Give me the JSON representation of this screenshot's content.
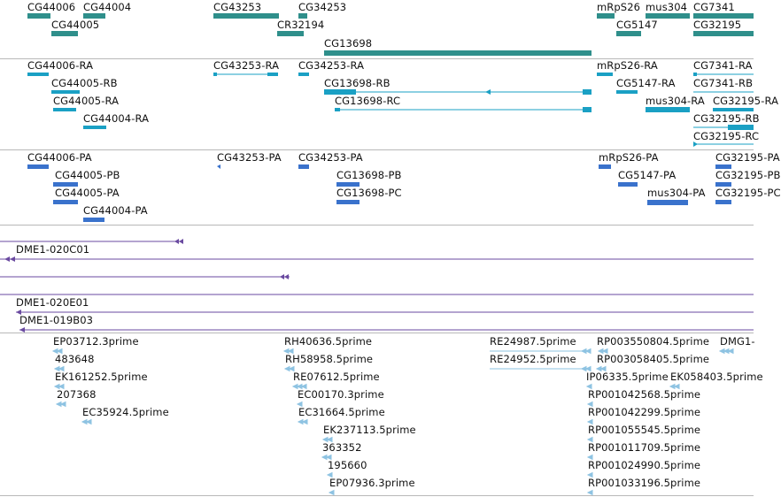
{
  "colors": {
    "gene": "#2f8f8b",
    "transcript": "#1aa0c4",
    "protein": "#3a72cc",
    "clone": "#6a4aa0",
    "est": "#8ec3e2",
    "divider": "#b8b8b8"
  },
  "gene_track": {
    "labels": [
      "CG44006",
      "CG44004",
      "CG44005",
      "CG43253",
      "CG34253",
      "CR32194",
      "CG13698",
      "mRpS26",
      "mus304",
      "CG7341",
      "CG5147",
      "CG32195"
    ]
  },
  "transcript_track": {
    "labels": [
      "CG44006-RA",
      "CG43253-RA",
      "CG34253-RA",
      "mRpS26-RA",
      "CG7341-RA",
      "CG44005-RB",
      "CG13698-RB",
      "CG5147-RA",
      "CG7341-RB",
      "CG44005-RA",
      "CG13698-RC",
      "mus304-RA",
      "CG32195-RA",
      "CG44004-RA",
      "CG32195-RB",
      "CG32195-RC"
    ]
  },
  "protein_track": {
    "labels": [
      "CG44006-PA",
      "CG43253-PA",
      "CG34253-PA",
      "mRpS26-PA",
      "CG32195-PA",
      "CG44005-PB",
      "CG13698-PB",
      "CG5147-PA",
      "CG32195-PB",
      "CG44005-PA",
      "CG13698-PC",
      "mus304-PA",
      "CG32195-PC",
      "CG44004-PA"
    ]
  },
  "clone_track": {
    "labels": [
      "DME1-020C01",
      "DME1-020E01",
      "DME1-019B03"
    ]
  },
  "est_track": {
    "labels": [
      "EP03712.3prime",
      "483648",
      "EK161252.5prime",
      "207368",
      "EC35924.5prime",
      "RH40636.5prime",
      "RH58958.5prime",
      "RE07612.5prime",
      "EC00170.3prime",
      "EC31664.5prime",
      "EK237113.5prime",
      "363352",
      "195660",
      "EP07936.3prime",
      "RE24987.5prime",
      "RE24952.5prime",
      "RP003550804.5prime",
      "DMG1-",
      "RP003058405.5prime",
      "IP06335.5prime",
      "EK058403.5prime",
      "RP001042568.5prime",
      "RP001042299.5prime",
      "RP001055545.5prime",
      "RP001011709.5prime",
      "RP001024990.5prime",
      "RP001033196.5prime"
    ]
  }
}
